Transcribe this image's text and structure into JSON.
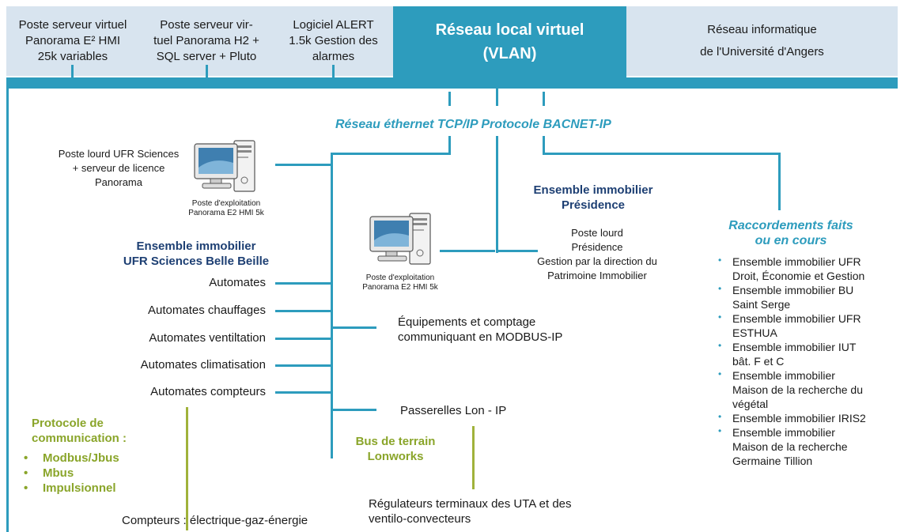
{
  "header": {
    "box1": [
      "Poste serveur virtuel",
      "Panorama E² HMI",
      "25k variables"
    ],
    "box2": [
      "Poste serveur vir-",
      "tuel Panorama H2 +",
      "SQL server + Pluto"
    ],
    "box3": [
      "Logiciel ALERT",
      "1.5k Gestion des",
      "alarmes"
    ],
    "vlan": [
      "Réseau local virtuel",
      "(VLAN)"
    ],
    "univ": [
      "Réseau informatique",
      "de l'Université d'Angers"
    ]
  },
  "network_title": "Réseau éthernet TCP/IP Protocole BACNET-IP",
  "ufr": {
    "poste_lourd": [
      "Poste lourd UFR Sciences",
      "+ serveur de licence",
      "Panorama"
    ],
    "poste_exploit": [
      "Poste d'exploitation",
      "Panorama E2 HMI 5k"
    ],
    "title": [
      "Ensemble immobilier",
      "UFR Sciences Belle Beille"
    ],
    "items": [
      "Automates",
      "Automates chauffages",
      "Automates ventiltation",
      "Automates climatisation",
      "Automates compteurs"
    ]
  },
  "protocole": {
    "title": [
      "Protocole de",
      "communication :"
    ],
    "items": [
      "Modbus/Jbus",
      "Mbus",
      "Impulsionnel"
    ]
  },
  "compteurs": "Compteurs : électrique-gaz-énergie",
  "presidence": {
    "title": [
      "Ensemble immobilier",
      "Présidence"
    ],
    "poste_exploit": [
      "Poste d'exploitation",
      "Panorama E2 HMI 5k"
    ],
    "poste_lourd": [
      "Poste lourd",
      "Présidence",
      "Gestion par la direction du",
      "Patrimoine Immobilier"
    ]
  },
  "equipements": [
    "Équipements et comptage",
    "communiquant en MODBUS-IP"
  ],
  "passerelles": "Passerelles Lon - IP",
  "bus": [
    "Bus de terrain",
    "Lonworks"
  ],
  "regulateurs": [
    "Régulateurs terminaux des UTA et des",
    "ventilo-convecteurs"
  ],
  "raccordements": {
    "title": [
      "Raccordements faits",
      "ou en cours"
    ],
    "items": [
      [
        "Ensemble immobilier UFR",
        "Droit, Économie  et Gestion"
      ],
      [
        "Ensemble immobilier BU",
        "Saint Serge"
      ],
      [
        "Ensemble immobilier UFR",
        "ESTHUA"
      ],
      [
        "Ensemble immobilier IUT",
        "bât. F et C"
      ],
      [
        "Ensemble immobilier",
        "Maison de la recherche du",
        "végétal"
      ],
      [
        "Ensemble immobilier IRIS2"
      ],
      [
        "Ensemble immobilier",
        "Maison de la recherche",
        "Germaine Tillion"
      ]
    ]
  },
  "colors": {
    "network_blue": "#2d9cbd",
    "header_bg": "#d8e4ef",
    "navy": "#1d3f73",
    "green": "#8aa52a"
  },
  "icons": [
    "computer-workstation-icon"
  ]
}
